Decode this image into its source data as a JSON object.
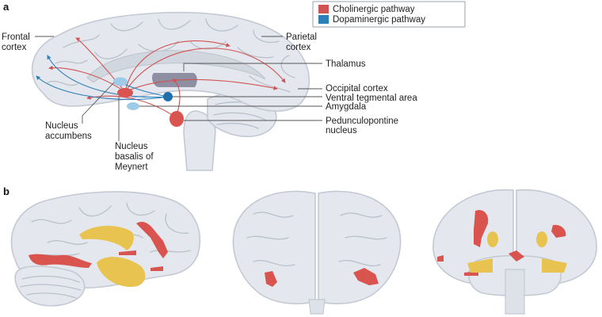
{
  "panels": {
    "a": "a",
    "b": "b"
  },
  "legend": {
    "items": [
      {
        "label": "Cholinergic pathway",
        "color": "#d05252"
      },
      {
        "label": "Dopaminergic pathway",
        "color": "#2c7fb8"
      }
    ]
  },
  "labels": {
    "frontal_cortex": [
      "Frontal",
      "cortex"
    ],
    "parietal_cortex": [
      "Parietal",
      "cortex"
    ],
    "thalamus": "Thalamus",
    "occipital_cortex": "Occipital cortex",
    "ventral_tegmental_area": "Ventral tegmental area",
    "amygdala": "Amygdala",
    "pedunculopontine_nucleus": [
      "Pedunculopontine",
      "nucleus"
    ],
    "nucleus_accumbens": [
      "Nucleus",
      "accumbens"
    ],
    "nucleus_basalis_of_meynert": [
      "Nucleus",
      "basalis of",
      "Meynert"
    ]
  },
  "colors": {
    "cholinergic": "#d05252",
    "dopaminergic": "#2c7fb8",
    "lesion_red": "#d9534f",
    "lesion_yellow": "#e8c34f",
    "brain_fill": "#e4e8ee"
  }
}
